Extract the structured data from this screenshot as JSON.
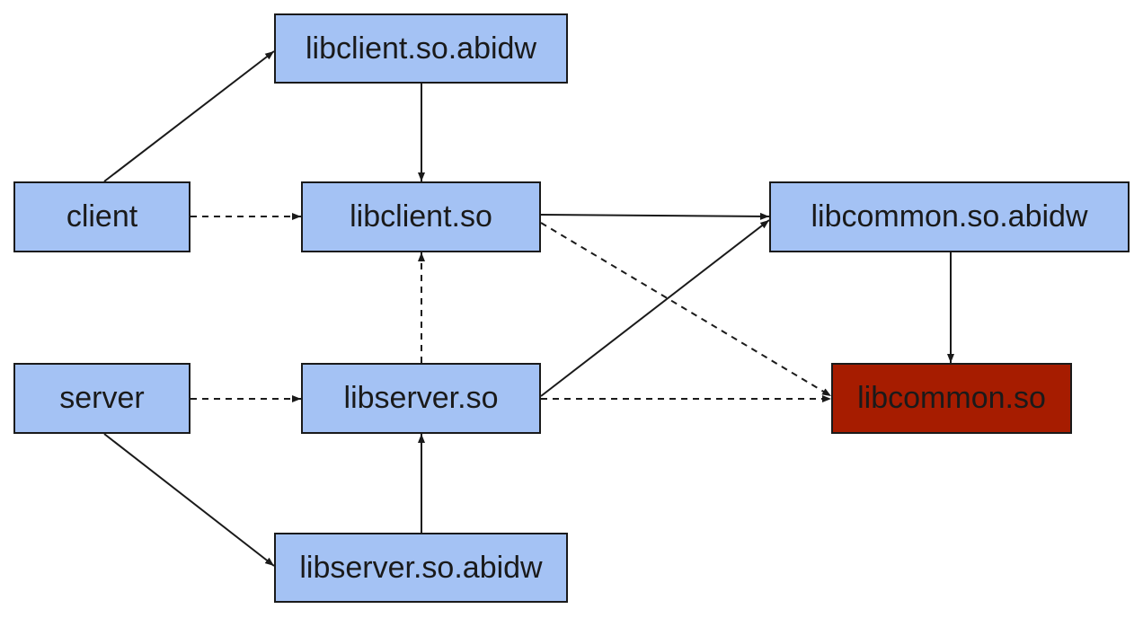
{
  "colors": {
    "node_fill": "#a4c2f4",
    "highlight_fill": "#a61c00",
    "highlight_text": "#1a1a1a",
    "text": "#1a1a1a",
    "edge": "#1a1a1a"
  },
  "nodes": {
    "libclient_abidw": {
      "label": "libclient.so.abidw"
    },
    "client": {
      "label": "client"
    },
    "libclient_so": {
      "label": "libclient.so"
    },
    "libcommon_abidw": {
      "label": "libcommon.so.abidw"
    },
    "server": {
      "label": "server"
    },
    "libserver_so": {
      "label": "libserver.so"
    },
    "libcommon_so": {
      "label": "libcommon.so",
      "highlighted": true
    },
    "libserver_abidw": {
      "label": "libserver.so.abidw"
    }
  },
  "edges": [
    {
      "from": "client",
      "to": "libclient_abidw",
      "style": "solid"
    },
    {
      "from": "libclient_abidw",
      "to": "libclient_so",
      "style": "solid"
    },
    {
      "from": "client",
      "to": "libclient_so",
      "style": "dashed"
    },
    {
      "from": "libclient_so",
      "to": "libcommon_abidw",
      "style": "solid"
    },
    {
      "from": "libclient_so",
      "to": "libcommon_so",
      "style": "dashed"
    },
    {
      "from": "libcommon_abidw",
      "to": "libcommon_so",
      "style": "solid"
    },
    {
      "from": "libserver_so",
      "to": "libclient_so",
      "style": "dashed"
    },
    {
      "from": "server",
      "to": "libserver_so",
      "style": "dashed"
    },
    {
      "from": "libserver_so",
      "to": "libcommon_abidw",
      "style": "solid"
    },
    {
      "from": "libserver_so",
      "to": "libcommon_so",
      "style": "dashed"
    },
    {
      "from": "server",
      "to": "libserver_abidw",
      "style": "solid"
    },
    {
      "from": "libserver_abidw",
      "to": "libserver_so",
      "style": "solid"
    }
  ]
}
